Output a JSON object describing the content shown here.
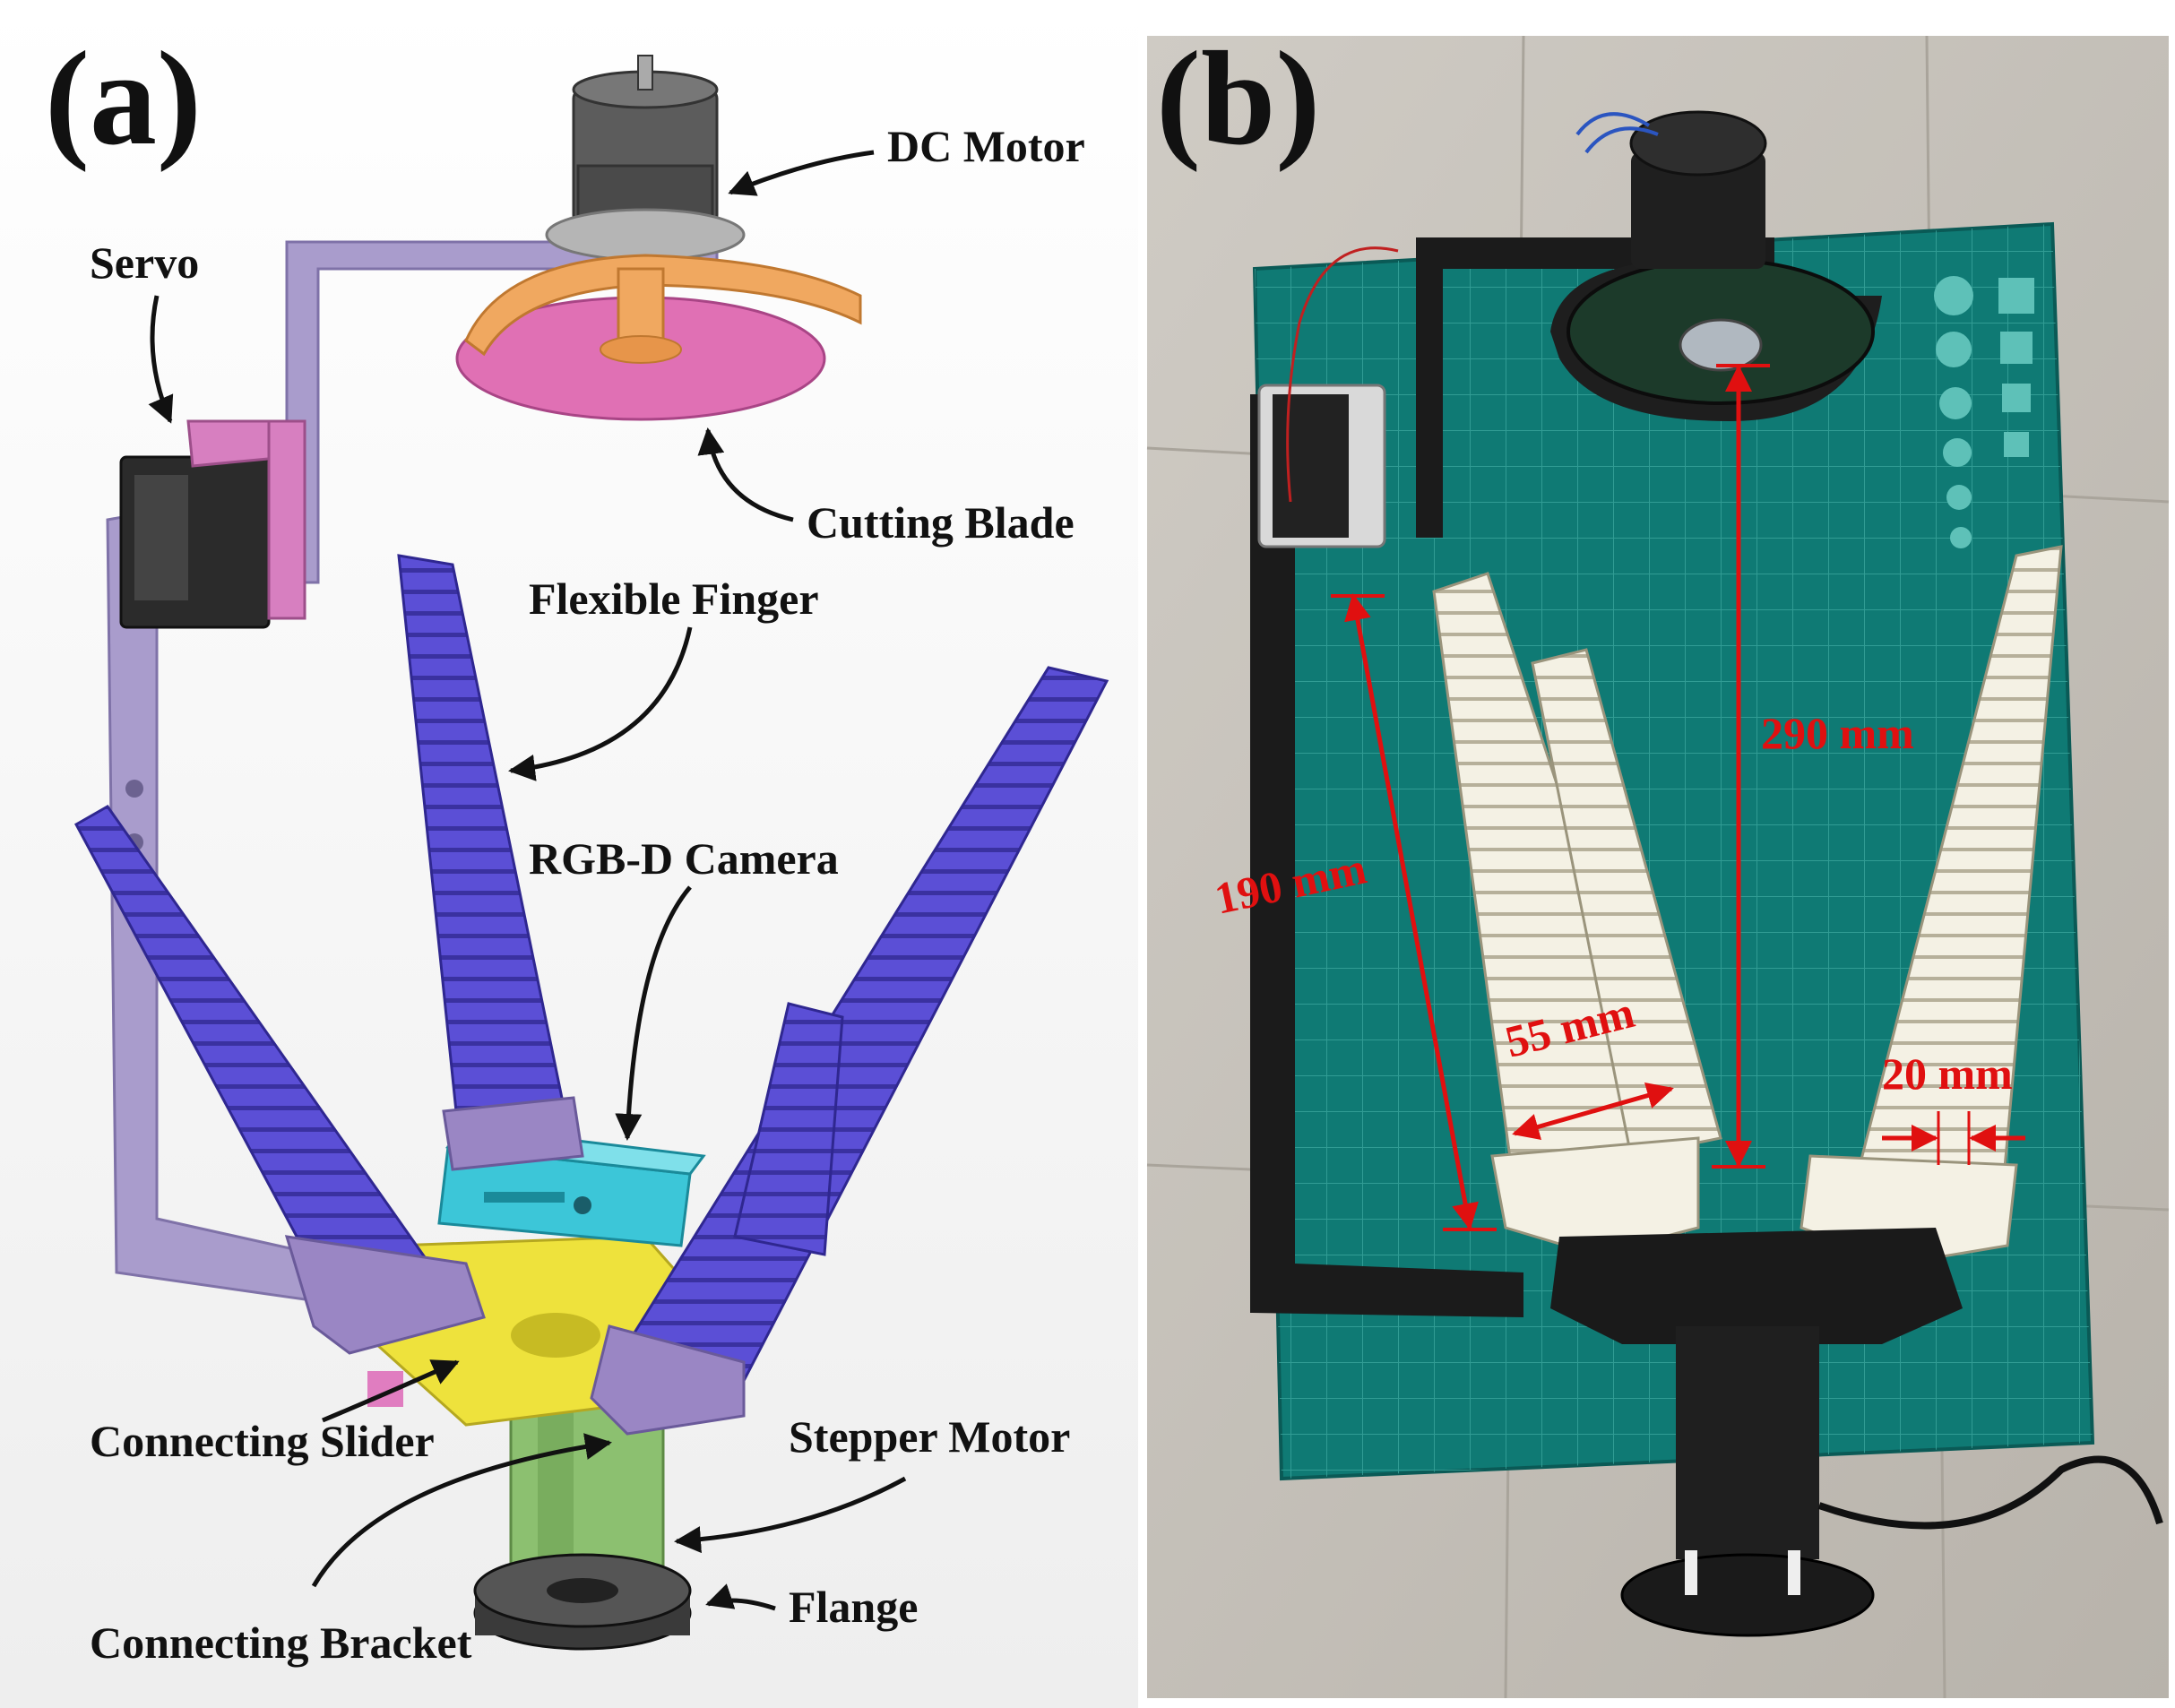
{
  "panels": {
    "a": {
      "label": "(a)"
    },
    "b": {
      "label": "(b)"
    }
  },
  "callouts": {
    "dc_motor": "DC Motor",
    "servo": "Servo",
    "cutting_blade": "Cutting Blade",
    "flexible_finger": "Flexible Finger",
    "rgbd_camera": "RGB-D Camera",
    "connecting_slider": "Connecting Slider",
    "stepper_motor": "Stepper Motor",
    "connecting_bracket": "Connecting Bracket",
    "flange": "Flange"
  },
  "dimensions": {
    "height_290": "290 mm",
    "length_190": "190 mm",
    "width_55": "55 mm",
    "thickness_20": "20 mm"
  },
  "colors": {
    "finger_purple": "#5b4fd6",
    "bracket_lavender": "#a99ccc",
    "blade_pink": "#e070b4",
    "shroud_orange": "#f0a860",
    "camera_cyan": "#3cc6d8",
    "slider_yellow": "#eee23c",
    "stepper_green": "#8cc070",
    "mat_teal": "#0f7a74",
    "dimension_red": "#e01010"
  }
}
